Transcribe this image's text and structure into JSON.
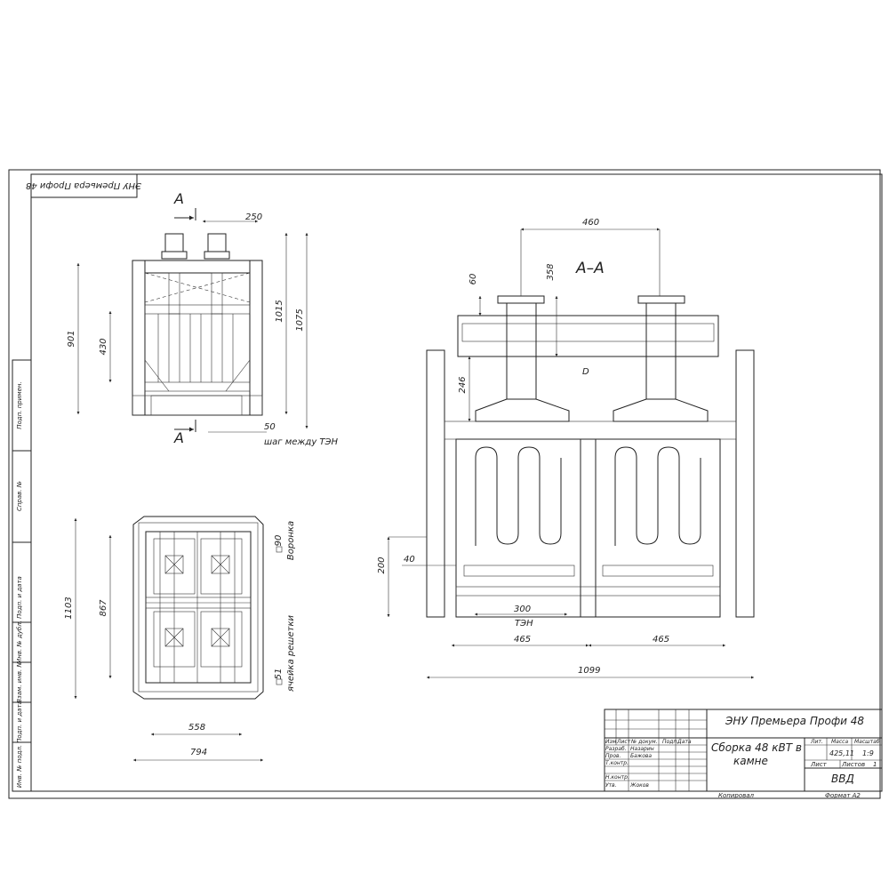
{
  "drawing": {
    "mirrored_title": "ЭНУ Премьера Профи 48",
    "section_mark": "А",
    "section_title": "А–А"
  },
  "front_view": {
    "dims": {
      "d250": "250",
      "d901": "901",
      "d430": "430",
      "d1015": "1015",
      "d1075": "1075",
      "d50": "50",
      "note_step": "шаг между ТЭН"
    }
  },
  "plan_view": {
    "dims": {
      "d90": "90",
      "funnel": "Воронка",
      "d51": "51",
      "cell": "ячейка решетки",
      "d1103": "1103",
      "d867": "867",
      "d558": "558",
      "d794": "794"
    }
  },
  "section_view": {
    "dims": {
      "d460": "460",
      "d60": "60",
      "d358": "358",
      "d246": "246",
      "d200": "200",
      "d40": "40",
      "d300": "300",
      "ten": "ТЭН",
      "d465a": "465",
      "d465b": "465",
      "d1099": "1099"
    }
  },
  "side_strip": {
    "labels": [
      "Подп. примен.",
      "Справ. №",
      "Подп. и дата",
      "Инв. № дубл.",
      "Взам. инв. №",
      "Подп. и дата",
      "Инв. № подл."
    ]
  },
  "title_block": {
    "product": "ЭНУ Премьера Профи 48",
    "drawing_name_line1": "Сборка 48 кВТ в",
    "drawing_name_line2": "камне",
    "org": "ВВД",
    "col_headers": [
      "Изм",
      "Лист",
      "№ докум.",
      "Подп.",
      "Дата"
    ],
    "roles": [
      {
        "role": "Разраб.",
        "name": "Назарин"
      },
      {
        "role": "Пров.",
        "name": "Бажова"
      },
      {
        "role": "Т.контр.",
        "name": ""
      },
      {
        "role": "",
        "name": ""
      },
      {
        "role": "Н.контр.",
        "name": ""
      },
      {
        "role": "Утв.",
        "name": "Жоков"
      }
    ],
    "lit_label": "Лит.",
    "mass_label": "Масса",
    "scale_label": "Масштаб",
    "mass_value": "425,11",
    "scale_value": "1:9",
    "sheet_label": "Лист",
    "sheets_label": "Листов",
    "sheets_value": "1",
    "copied": "Копировал",
    "format": "Формат   А2"
  }
}
